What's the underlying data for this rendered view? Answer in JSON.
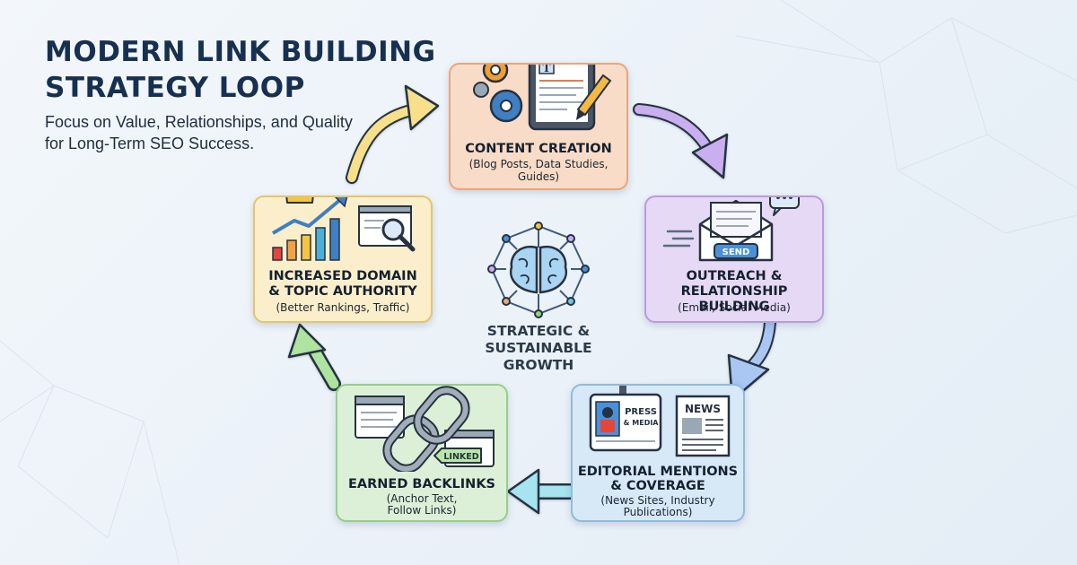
{
  "header": {
    "title_line1": "MODERN LINK BUILDING",
    "title_line2": "STRATEGY LOOP",
    "subtitle_line1": "Focus on Value, Relationships, and Quality",
    "subtitle_line2": "for Long-Term SEO Success."
  },
  "center": {
    "line1": "STRATEGIC &",
    "line2": "SUSTAINABLE",
    "line3": "GROWTH",
    "icon": "brain-network-icon"
  },
  "steps": {
    "content": {
      "title": "CONTENT CREATION",
      "sub1": "(Blog Posts, Data Studies,",
      "sub2": "Guides)",
      "color": "#f9dcc7",
      "border": "#e8a77e",
      "icons": [
        "gears-icon",
        "tablet-document-icon",
        "pencil-icon"
      ]
    },
    "outreach": {
      "title1": "OUTREACH &",
      "title2": "RELATIONSHIP BUILDING",
      "sub1": "(Email, Social Media)",
      "send_label": "SEND",
      "color": "#e6d9f5",
      "border": "#b99bdc",
      "icons": [
        "envelope-icon",
        "chat-bubble-icon"
      ]
    },
    "editorial": {
      "title1": "EDITORIAL MENTIONS",
      "title2": "& COVERAGE",
      "sub1": "(News Sites, Industry",
      "sub2": "Publications)",
      "press_label1": "PRESS",
      "press_label2": "& MEDIA",
      "news_label": "NEWS",
      "color": "#d7e9f7",
      "border": "#8fbbe0",
      "icons": [
        "press-badge-icon",
        "newspaper-icon"
      ]
    },
    "backlinks": {
      "title": "EARNED BACKLINKS",
      "sub1": "(Anchor Text,",
      "sub2": "Follow Links)",
      "linked_label": "LINKED",
      "color": "#dcf0d7",
      "border": "#95cf88",
      "icons": [
        "browser-window-icon",
        "chain-link-icon"
      ]
    },
    "authority": {
      "title1": "INCREASED DOMAIN",
      "title2": "& TOPIC AUTHORITY",
      "sub1": "(Better Rankings, Traffic)",
      "color": "#fbeecb",
      "border": "#e6c56d",
      "icons": [
        "crown-icon",
        "growth-chart-icon",
        "magnifier-icon"
      ]
    }
  },
  "arrow_colors": {
    "yellow": "#f6e08a",
    "purple": "#c9aef0",
    "blue": "#a9c7f2",
    "cyan": "#a6e5f0",
    "green": "#aee3a0"
  }
}
